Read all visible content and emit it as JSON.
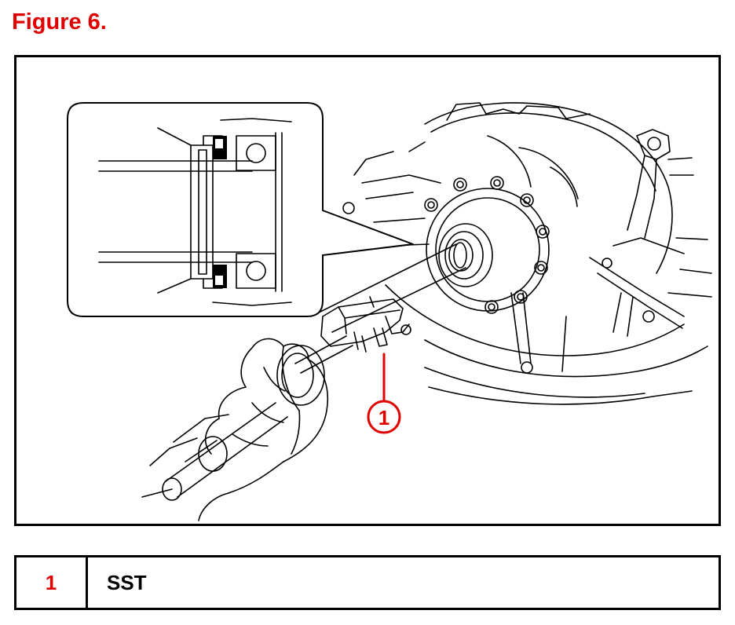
{
  "figure": {
    "title": "Figure 6.",
    "callout_number": "1"
  },
  "legend": {
    "rows": [
      {
        "number": "1",
        "description": "SST"
      }
    ]
  },
  "colors": {
    "title": "#e00000",
    "callout": "#e00000",
    "line_art": "#000000"
  }
}
